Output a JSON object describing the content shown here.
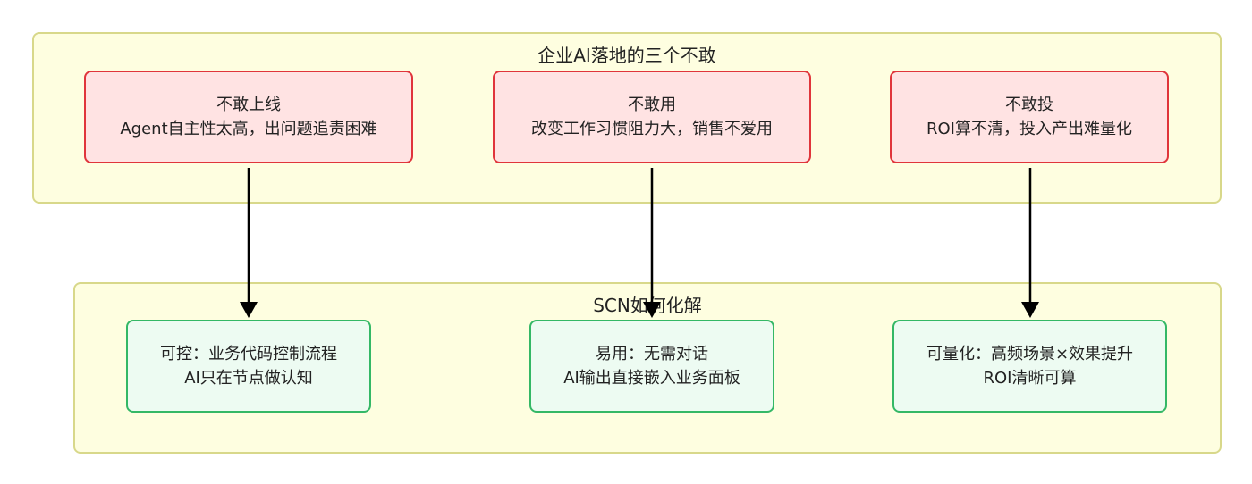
{
  "colors": {
    "group_fill": "#fefee0",
    "group_border": "#d8d88a",
    "problem_fill": "#ffe3e3",
    "problem_border": "#e0353b",
    "solution_fill": "#edfbf2",
    "solution_border": "#34b866",
    "arrow": "#000000"
  },
  "top_group": {
    "title": "企业AI落地的三个不敢",
    "items": [
      {
        "line1": "不敢上线",
        "line2": "Agent自主性太高，出问题追责困难"
      },
      {
        "line1": "不敢用",
        "line2": "改变工作习惯阻力大，销售不爱用"
      },
      {
        "line1": "不敢投",
        "line2": "ROI算不清，投入产出难量化"
      }
    ]
  },
  "bottom_group": {
    "title": "SCN如何化解",
    "items": [
      {
        "line1": "可控：业务代码控制流程",
        "line2": "AI只在节点做认知"
      },
      {
        "line1": "易用：无需对话",
        "line2": "AI输出直接嵌入业务面板"
      },
      {
        "line1": "可量化：高频场景×效果提升",
        "line2": "ROI清晰可算"
      }
    ]
  },
  "edges": [
    {
      "from": "不敢上线",
      "to": "可控"
    },
    {
      "from": "不敢用",
      "to": "易用"
    },
    {
      "from": "不敢投",
      "to": "可量化"
    }
  ]
}
